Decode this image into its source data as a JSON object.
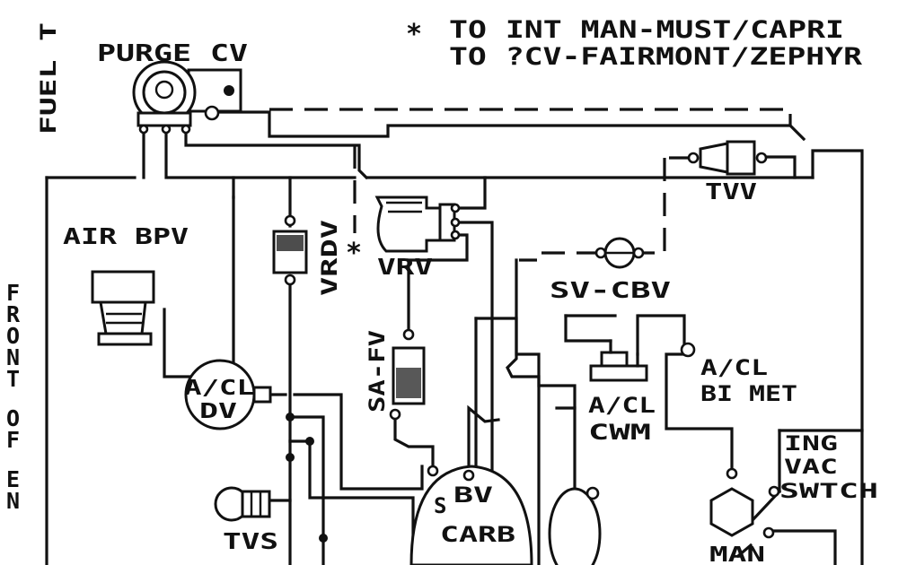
{
  "notes": {
    "line1": "TO INT MAN-MUST/CAPRI",
    "line2": "TO ?CV-FAIRMONT/ZEPHYR",
    "asterisk": "*"
  },
  "labels": {
    "purge_cv": "PURGE CV",
    "fuel_t": "FUEL T",
    "front_of_en": "FRONT OF EN",
    "air_bpv": "AIR BPV",
    "vrdv": "VRDV",
    "vrv": "VRV",
    "tvv": "TVV",
    "sv_cbv": "SV-CBV",
    "sa_fv": "SA-FV",
    "acl_dv_1": "A/CL",
    "acl_dv_2": "DV",
    "acl_cwm_1": "A/CL",
    "acl_cwm_2": "CWM",
    "acl_bimet_1": "A/CL",
    "acl_bimet_2": "BI MET",
    "ing_1": "ING",
    "ing_2": "VAC",
    "ing_3": "SWTCH",
    "tvs": "TVS",
    "carb_s": "S",
    "carb_bv": "BV",
    "carb": "CARB",
    "man": "MAN"
  }
}
